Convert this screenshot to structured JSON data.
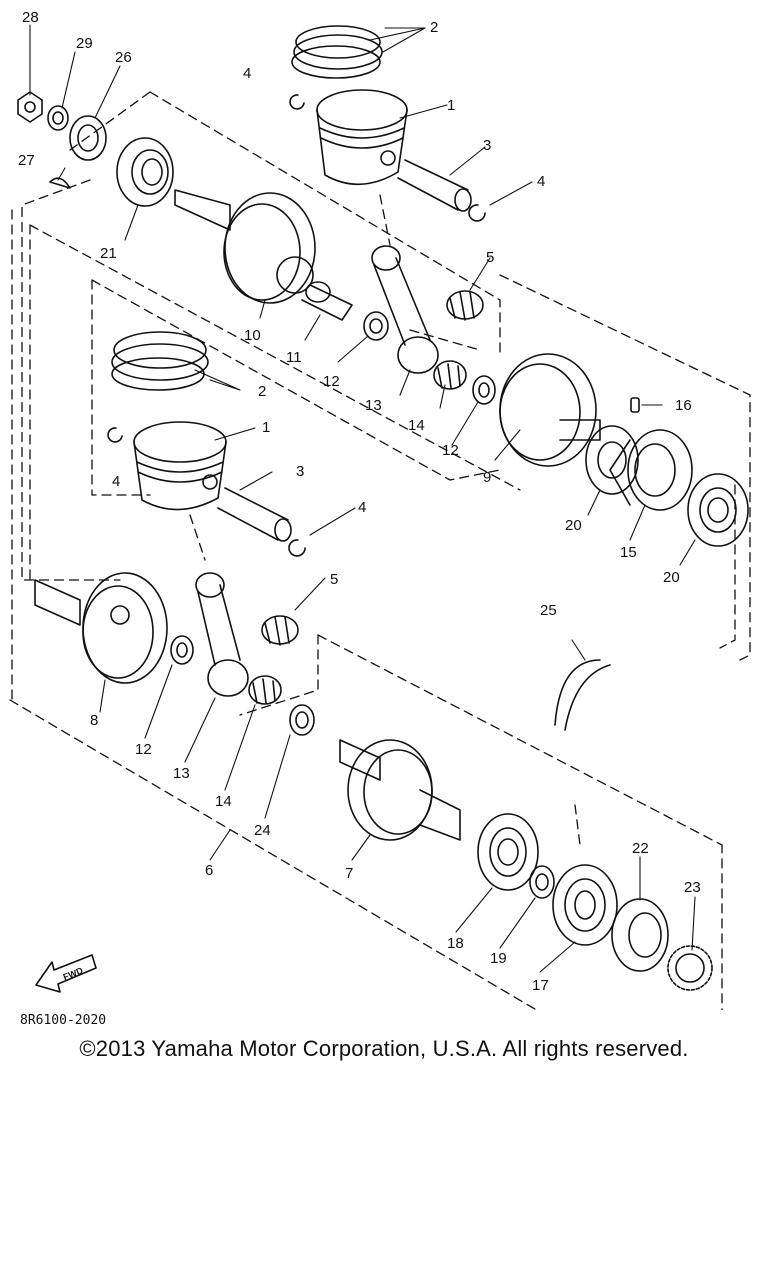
{
  "callouts": [
    {
      "id": "28",
      "text": "28"
    },
    {
      "id": "29",
      "text": "29"
    },
    {
      "id": "26",
      "text": "26"
    },
    {
      "id": "27",
      "text": "27"
    },
    {
      "id": "21",
      "text": "21"
    },
    {
      "id": "2a",
      "text": "2"
    },
    {
      "id": "4a",
      "text": "4"
    },
    {
      "id": "1a",
      "text": "1"
    },
    {
      "id": "3a",
      "text": "3"
    },
    {
      "id": "4b",
      "text": "4"
    },
    {
      "id": "10",
      "text": "10"
    },
    {
      "id": "11",
      "text": "11"
    },
    {
      "id": "5a",
      "text": "5"
    },
    {
      "id": "12a",
      "text": "12"
    },
    {
      "id": "13a",
      "text": "13"
    },
    {
      "id": "14a",
      "text": "14"
    },
    {
      "id": "12b",
      "text": "12"
    },
    {
      "id": "9",
      "text": "9"
    },
    {
      "id": "16",
      "text": "16"
    },
    {
      "id": "2b",
      "text": "2"
    },
    {
      "id": "1b",
      "text": "1"
    },
    {
      "id": "4c",
      "text": "4"
    },
    {
      "id": "3b",
      "text": "3"
    },
    {
      "id": "4d",
      "text": "4"
    },
    {
      "id": "20a",
      "text": "20"
    },
    {
      "id": "15",
      "text": "15"
    },
    {
      "id": "20b",
      "text": "20"
    },
    {
      "id": "5b",
      "text": "5"
    },
    {
      "id": "25",
      "text": "25"
    },
    {
      "id": "8",
      "text": "8"
    },
    {
      "id": "12c",
      "text": "12"
    },
    {
      "id": "13b",
      "text": "13"
    },
    {
      "id": "14b",
      "text": "14"
    },
    {
      "id": "24",
      "text": "24"
    },
    {
      "id": "6",
      "text": "6"
    },
    {
      "id": "7",
      "text": "7"
    },
    {
      "id": "18",
      "text": "18"
    },
    {
      "id": "19",
      "text": "19"
    },
    {
      "id": "17",
      "text": "17"
    },
    {
      "id": "22",
      "text": "22"
    },
    {
      "id": "23",
      "text": "23"
    }
  ],
  "fwd_label": "FWD",
  "drawing_code": "8R6100-2020",
  "copyright": "©2013 Yamaha Motor Corporation, U.S.A. All rights reserved.",
  "colors": {
    "ink": "#111111",
    "paper": "#ffffff"
  }
}
